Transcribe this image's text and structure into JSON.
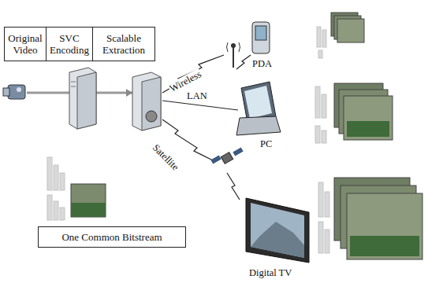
{
  "diagram": {
    "nodes": [
      {
        "text": [
          "Original Video"
        ]
      },
      {
        "text": [
          "SVC Encoding"
        ]
      },
      {
        "text": [
          "Scalable Extraction"
        ]
      },
      {
        "text": [
          "One Common Bitstream"
        ]
      }
    ],
    "labels": [
      "Wireless",
      "LAN",
      "Satellite",
      "PDA",
      "PC",
      "Digital TV"
    ]
  }
}
